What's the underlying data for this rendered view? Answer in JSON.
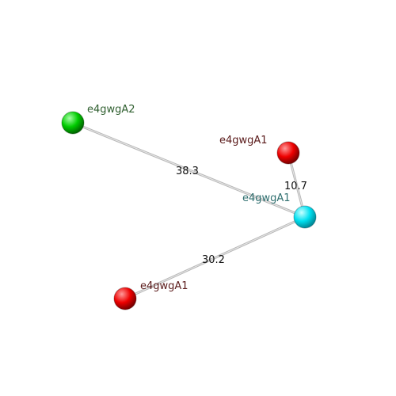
{
  "graph": {
    "nodes": [
      {
        "id": "n-green",
        "label": "e4gwgA2",
        "label_color": "#2f5f2f",
        "color": "#00cc00",
        "highlight": "#a8ffa8",
        "shade": "#006600"
      },
      {
        "id": "n-red-top",
        "label": "e4gwgA1",
        "label_color": "#5a1a1a",
        "color": "#ee0000",
        "highlight": "#ff9a9a",
        "shade": "#7a0000"
      },
      {
        "id": "n-cyan",
        "label": "e4gwgA1",
        "label_color": "#2f6f6f",
        "color": "#00e0f0",
        "highlight": "#c8ffff",
        "shade": "#008a99"
      },
      {
        "id": "n-red-bottom",
        "label": "e4gwgA1",
        "label_color": "#5a1a1a",
        "color": "#ee0000",
        "highlight": "#ff9a9a",
        "shade": "#7a0000"
      }
    ],
    "edges": [
      {
        "from": "n-green",
        "to": "n-cyan",
        "label": "38.3"
      },
      {
        "from": "n-red-top",
        "to": "n-cyan",
        "label": "10.7"
      },
      {
        "from": "n-red-bottom",
        "to": "n-cyan",
        "label": "30.2"
      }
    ],
    "edge_color": "#b8b8b8"
  }
}
